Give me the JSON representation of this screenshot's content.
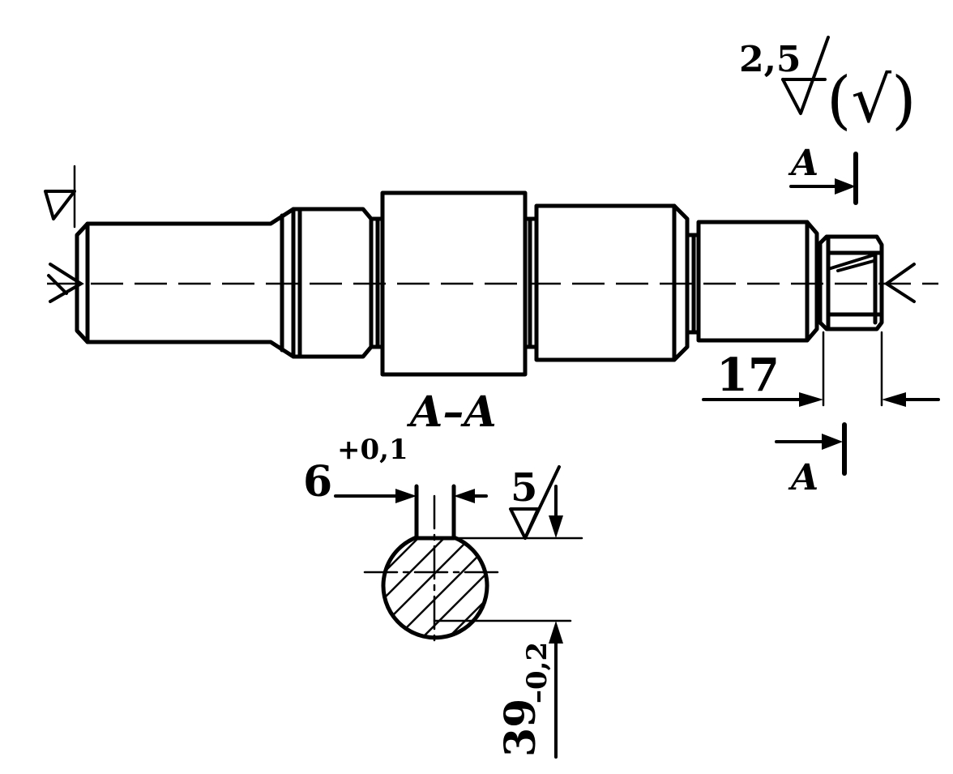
{
  "roughness_main": "2,5",
  "roughness_check": "(√)",
  "section_marker": "A",
  "section_title": "A–A",
  "dim_thread_length": "17",
  "dim_key_width": "6",
  "dim_key_width_tol": "+0,1",
  "roughness_key": "5",
  "dim_depth": "39",
  "dim_depth_tol": "–0,2"
}
